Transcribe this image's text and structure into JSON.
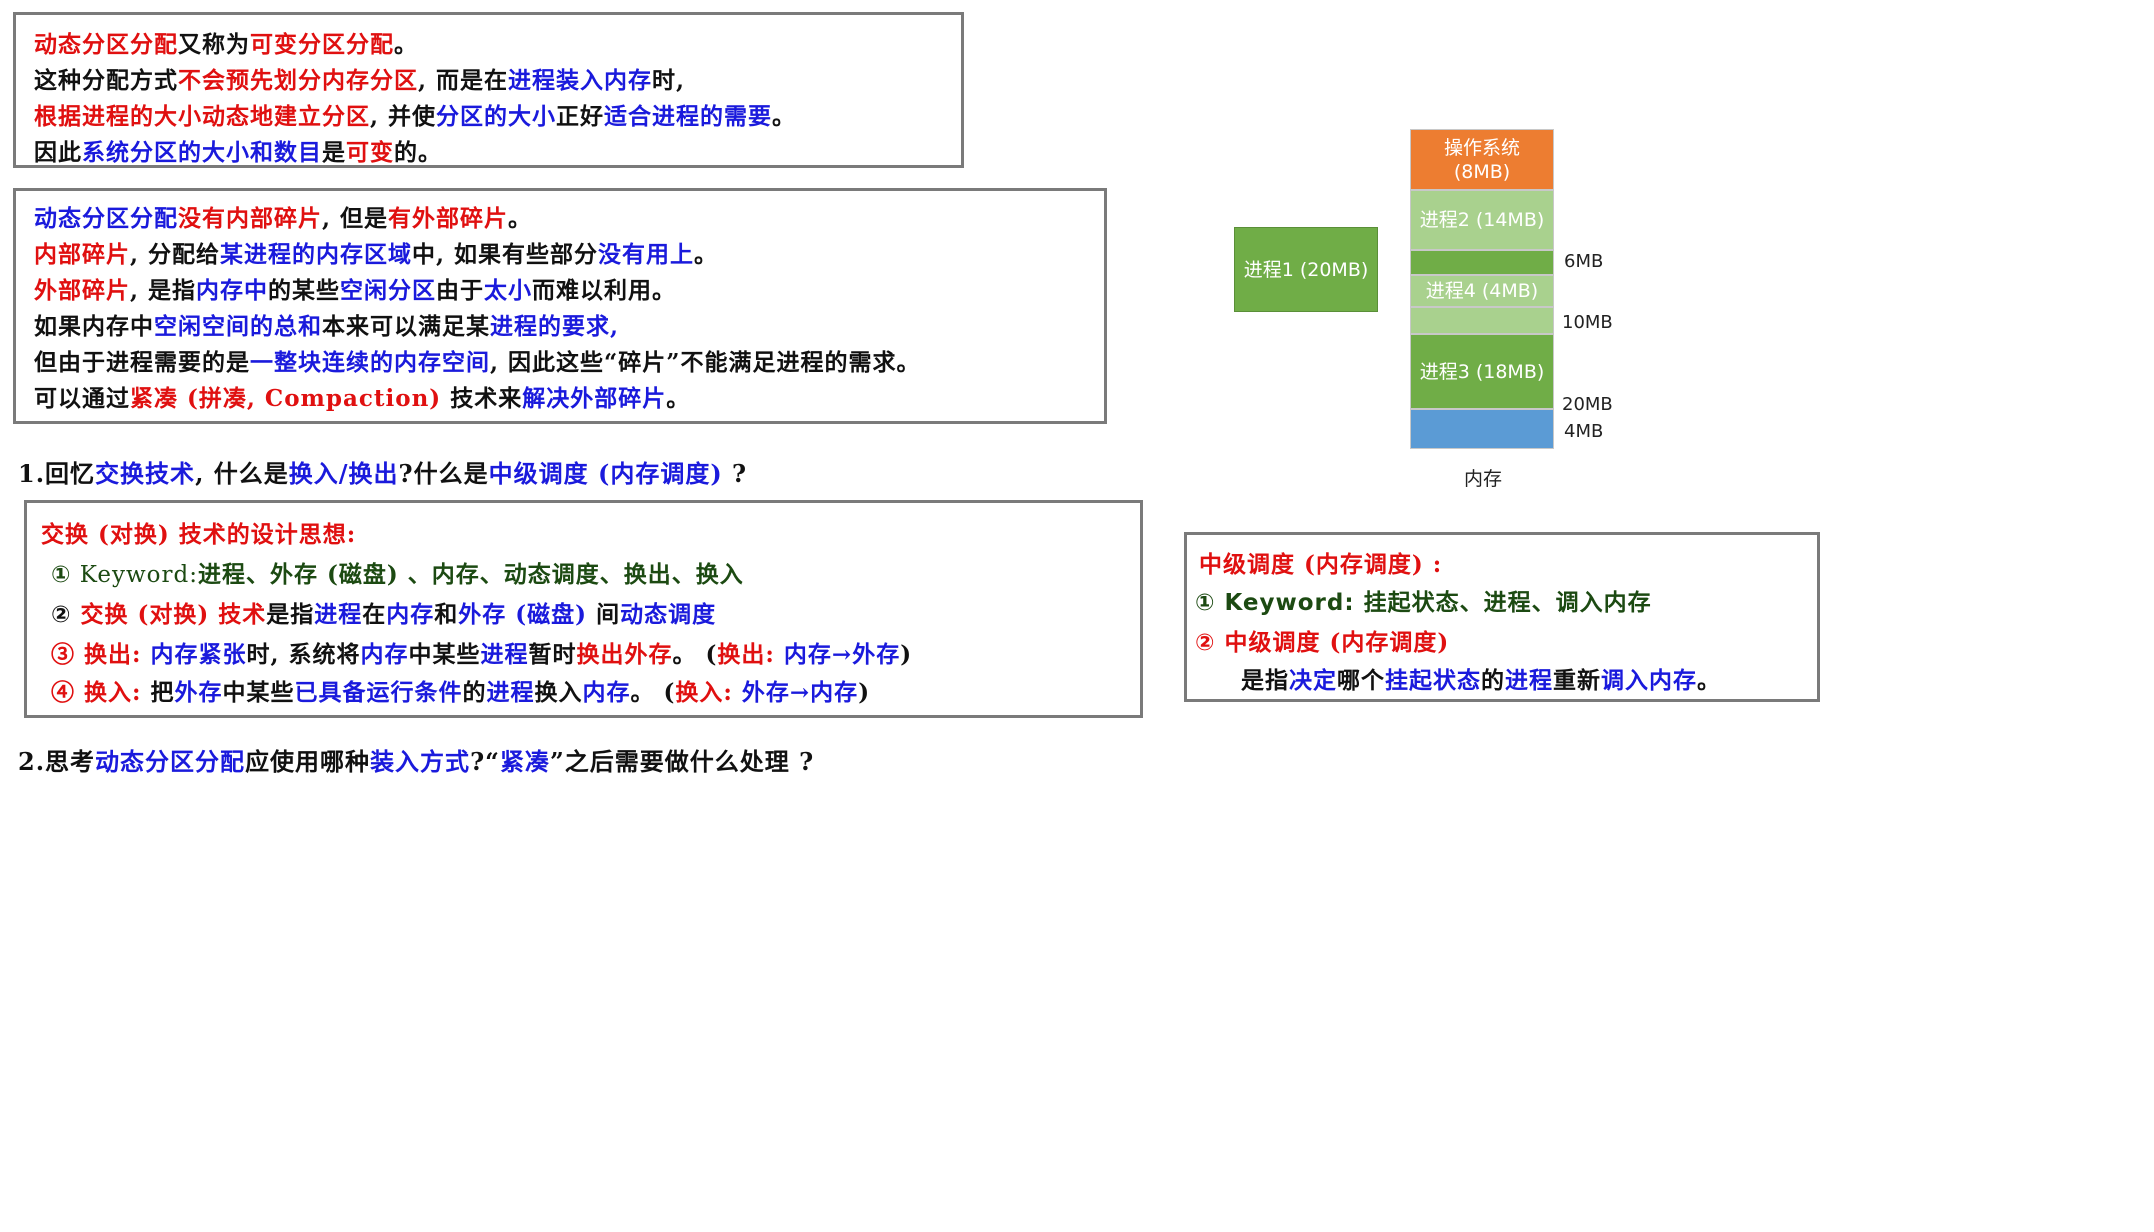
{
  "box1": {
    "l1": [
      "动态分区分配",
      "又称为",
      "可变分区分配",
      "。"
    ],
    "l2": [
      "这种分配方式",
      "不会预先划分内存分区",
      ", 而是在",
      "进程装入内存",
      "时,"
    ],
    "l3": [
      "根据进程的大小动态地建立分区",
      ", 并使",
      "分区的大小",
      "正好",
      "适合进程的需要",
      "。"
    ],
    "l4": [
      "因此",
      "系统分区的大小和数目",
      "是",
      "可变",
      "的。"
    ]
  },
  "box2": {
    "l1": [
      "动态分区分配",
      "没有内部碎片",
      ", 但是",
      "有外部碎片",
      "。"
    ],
    "l2": [
      "内部碎片",
      ", 分配给",
      "某进程的内存区域",
      "中, 如果有些部分",
      "没有用上",
      "。"
    ],
    "l3": [
      "外部碎片",
      ", 是指",
      "内存中",
      "的某些",
      "空闲分区",
      "由于",
      "太小",
      "而难以利用。"
    ],
    "l4": [
      "如果内存中",
      "空闲空间的总和",
      "本来可以满足某",
      "进程的要求,"
    ],
    "l5": [
      "但由于进程需要的是",
      "一整块连续的内存空间",
      ", 因此这些“碎片”不能满足进程的需求。"
    ],
    "l6": [
      "可以通过",
      "紧凑 (拼凑, Compaction)",
      " 技术来",
      "解决外部碎片",
      "。"
    ]
  },
  "q1": [
    "1.回忆",
    "交换技术",
    ", 什么是",
    "换入/换出",
    "?什么是",
    "中级调度 (内存调度)",
    " ?"
  ],
  "box3": {
    "title": "交换 (对换) 技术的设计思想:",
    "l1": [
      "①",
      " Keyword:",
      "进程、外存 (磁盘) 、内存、动态调度、换出、换入"
    ],
    "l2": [
      "②",
      " 交换 (对换) 技术",
      "是指",
      "进程",
      "在",
      "内存",
      "和",
      "外存 (磁盘)",
      " 间",
      "动态调度"
    ],
    "l3": [
      "③ 换出:",
      " 内存紧张",
      "时, 系统将",
      "内存",
      "中某些",
      "进程",
      "暂时",
      "换出外存",
      "。 (",
      "换出:",
      " 内存→外存",
      ")"
    ],
    "l4": [
      "④ 换入:",
      " 把",
      "外存",
      "中某些",
      "已具备运行条件",
      "的",
      "进程",
      "换入",
      "内存",
      "。 (",
      "换入:",
      " 外存→内存",
      ")"
    ]
  },
  "box4": {
    "title": "中级调度 (内存调度) :",
    "l1": [
      "①",
      " Keyword:",
      " 挂起状态、进程、调入内存"
    ],
    "l2": [
      "②",
      " 中级调度 (内存调度)"
    ],
    "l3": [
      "是指",
      "决定",
      "哪个",
      "挂起状态",
      "的",
      "进程",
      "重新",
      "调入内存",
      "。"
    ]
  },
  "q2": [
    "2.思考",
    "动态分区分配",
    "应使用哪种",
    "装入方式",
    "?“",
    "紧凑",
    "”之后需要做什么处理 ?"
  ],
  "diagram": {
    "process1": "进程1 (20MB)",
    "os": [
      "操作系统",
      "(8MB)"
    ],
    "p2": "进程2 (14MB)",
    "p4": "进程4 (4MB)",
    "p3": "进程3 (18MB)",
    "labels": [
      "6MB",
      "10MB",
      "20MB",
      "4MB"
    ],
    "caption": "内存",
    "colors": {
      "os": "#ed7d31",
      "light_green": "#a9d18e",
      "green": "#70ad47",
      "blue": "#5b9bd5"
    }
  }
}
